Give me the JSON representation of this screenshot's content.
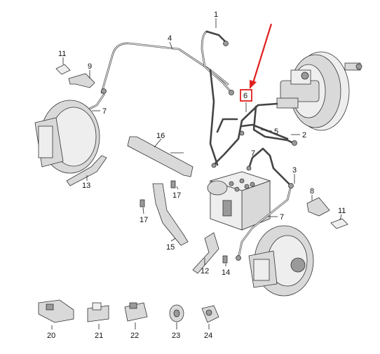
{
  "diagram": {
    "highlight_color": "#e02020",
    "highlighted_label": "6",
    "callouts": [
      "1",
      "2",
      "3",
      "4",
      "5",
      "6",
      "7",
      "7",
      "7",
      "8",
      "9",
      "11",
      "11",
      "12",
      "13",
      "14",
      "15",
      "16",
      "17",
      "17",
      "20",
      "21",
      "22",
      "23",
      "24"
    ],
    "parts": {
      "p1": "1",
      "p2": "2",
      "p3": "3",
      "p4": "4",
      "p5": "5",
      "p6": "6",
      "p7a": "7",
      "p7b": "7",
      "p7c": "7",
      "p8": "8",
      "p9": "9",
      "p11a": "11",
      "p11b": "11",
      "p12": "12",
      "p13": "13",
      "p14": "14",
      "p15": "15",
      "p16": "16",
      "p17a": "17",
      "p17b": "17",
      "p20": "20",
      "p21": "21",
      "p22": "22",
      "p23": "23",
      "p24": "24"
    }
  }
}
